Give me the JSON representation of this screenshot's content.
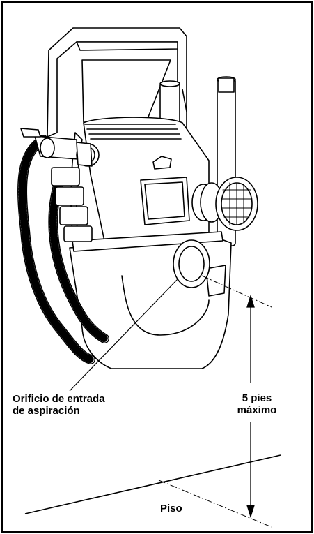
{
  "labels": {
    "inlet_line1": "Orificio de entrada",
    "inlet_line2": "de aspiración",
    "height_line1": "5 pies",
    "height_line2": "máximo",
    "floor": "Piso"
  },
  "colors": {
    "ink": "#000000",
    "paper": "#ffffff"
  },
  "icons": [
    "wet-dry-vacuum-illustration",
    "hose-icon",
    "dimension-arrow"
  ]
}
